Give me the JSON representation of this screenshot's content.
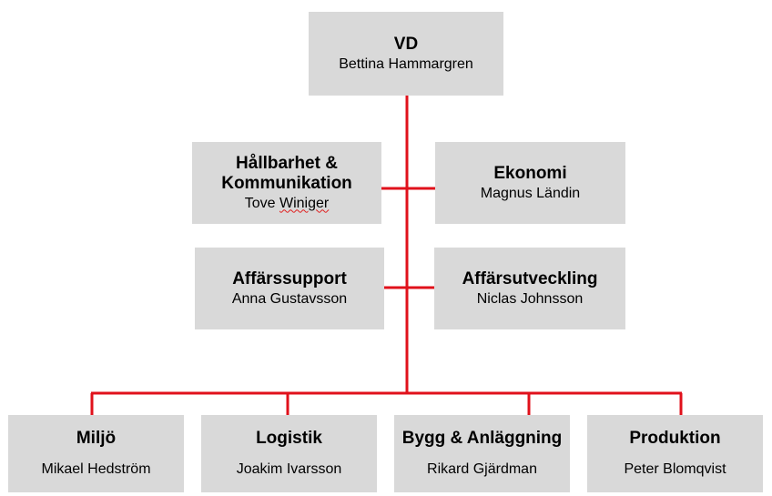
{
  "colors": {
    "box_fill": "#d9d9d9",
    "connector": "#e0111b"
  },
  "ceo": {
    "title": "VD",
    "name": "Bettina Hammargren"
  },
  "staff": [
    {
      "title": "Hållbarhet & Kommunikation",
      "first": "Tove",
      "surname": "Winiger"
    },
    {
      "title": "Ekonomi",
      "name": "Magnus Ländin"
    },
    {
      "title": "Affärssupport",
      "name": "Anna Gustavsson"
    },
    {
      "title": "Affärsutveckling",
      "name": "Niclas Johnsson"
    }
  ],
  "departments": [
    {
      "title": "Miljö",
      "name": "Mikael Hedström"
    },
    {
      "title": "Logistik",
      "name": "Joakim Ivarsson"
    },
    {
      "title": "Bygg & Anläggning",
      "name": "Rikard Gjärdman"
    },
    {
      "title": "Produktion",
      "name": "Peter Blomqvist"
    }
  ]
}
